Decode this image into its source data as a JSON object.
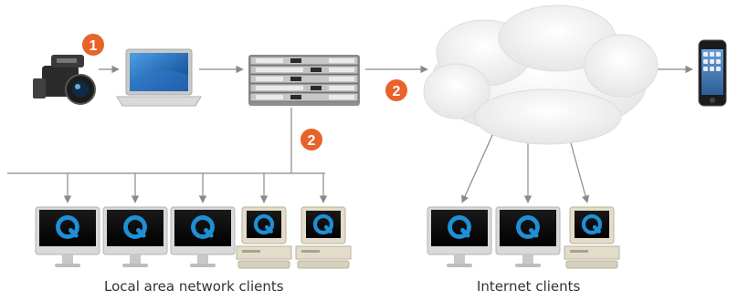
{
  "diagram": {
    "steps": {
      "camera_step": "1",
      "server_to_cloud_step": "2",
      "server_to_lan_step": "2"
    },
    "captions": {
      "lan": "Local area network clients",
      "internet": "Internet clients"
    },
    "colors": {
      "step_badge": "#e8632a",
      "arrow": "#8a8a8a",
      "quicktime_blue": "#1f8fd6"
    },
    "icons": {
      "camera": "video-camera-icon",
      "laptop": "laptop-icon",
      "server": "server-rack-icon",
      "cloud": "cloud-icon",
      "phone": "iphone-icon",
      "client": "quicktime-client-icon"
    }
  }
}
